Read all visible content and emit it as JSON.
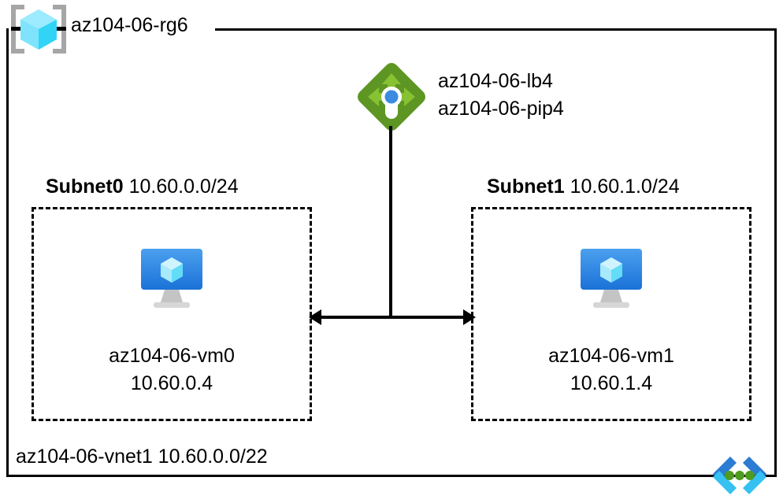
{
  "diagram": {
    "title": "az104-06-rg6",
    "resource_group": {
      "name": "az104-06-rg6",
      "icon": "resource-group-cube-icon"
    },
    "load_balancer": {
      "icon": "load-balancer-icon",
      "lb_name": "az104-06-lb4",
      "pip_name": "az104-06-pip4"
    },
    "subnets": [
      {
        "name": "Subnet0",
        "cidr": "10.60.0.0/24",
        "vm": {
          "icon": "virtual-machine-icon",
          "name": "az104-06-vm0",
          "ip": "10.60.0.4"
        }
      },
      {
        "name": "Subnet1",
        "cidr": "10.60.1.0/24",
        "vm": {
          "icon": "virtual-machine-icon",
          "name": "az104-06-vm1",
          "ip": "10.60.1.4"
        }
      }
    ],
    "vnet": {
      "label": "az104-06-vnet1 10.60.0.0/22",
      "icon": "virtual-network-icon"
    },
    "colors": {
      "cube_light": "#9CEBFF",
      "cube_mid": "#32D4F5",
      "cube_dark": "#28B9D9",
      "bracket_gray": "#A6A6A6",
      "lb_diamond_dark": "#5E9624",
      "lb_arrow_green": "#86C232",
      "lb_dot_blue": "#3B8BE0",
      "vm_screen_top": "#4BA0EE",
      "vm_screen_bottom": "#1B72D8",
      "vm_stand_gray": "#B3B3B3",
      "vnet_blue": "#2B7CD3",
      "vnet_cyan": "#35C1F1",
      "vnet_dot_green": "#4F9B1E",
      "line_black": "#000000"
    }
  }
}
